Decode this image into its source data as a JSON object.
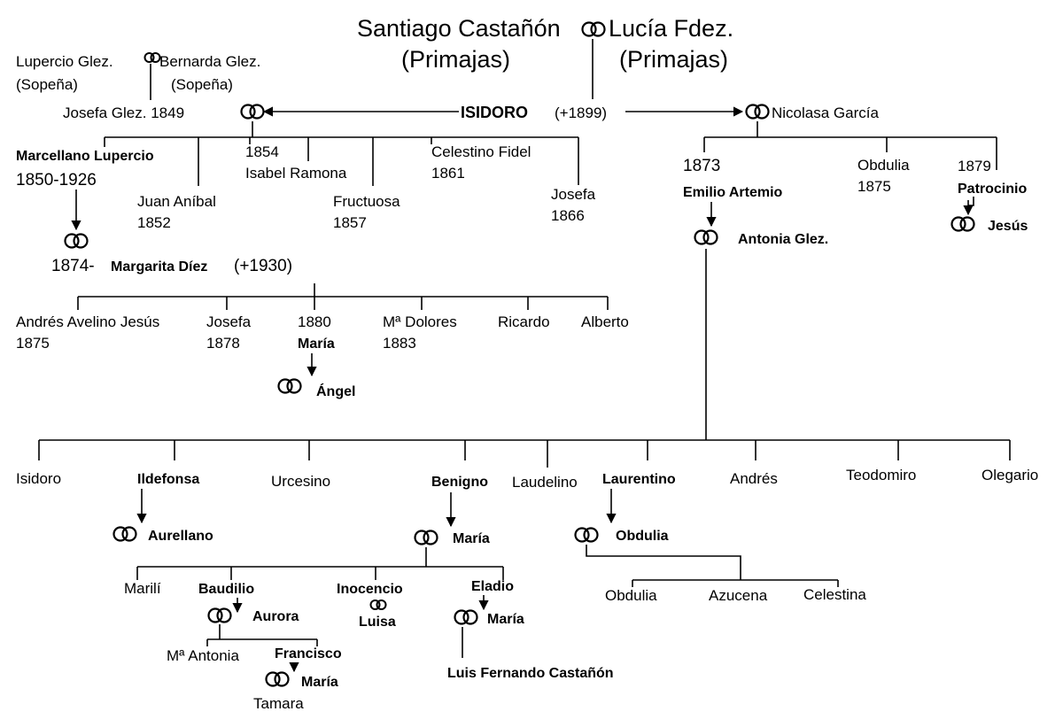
{
  "colors": {
    "background": "#ffffff",
    "ink": "#000000"
  },
  "roots": {
    "santiago": "Santiago Castañón",
    "lucia": "Lucía Fdez.",
    "primajas_left": "(Primajas)",
    "primajas_right": "(Primajas)",
    "lupercio": "Lupercio Glez.",
    "sopena_left": "(Sopeña)",
    "bernarda": "Bernarda Glez.",
    "sopena_right": "(Sopeña)"
  },
  "gen1": {
    "josefa": "Josefa Glez. 1849",
    "isidoro": "ISIDORO",
    "isidoro_death": "(+1899)",
    "nicolasa": "Nicolasa García"
  },
  "gen2_first": {
    "marcellano": "Marcellano Lupercio",
    "marcellano_years": "1850-1926",
    "juan_anibal": "Juan Aníbal",
    "juan_anibal_year": "1852",
    "isabel_year": "1854",
    "isabel": "Isabel Ramona",
    "fructuosa": "Fructuosa",
    "fructuosa_year": "1857",
    "celestino": "Celestino Fidel",
    "celestino_year": "1861",
    "josefa_hija": "Josefa",
    "josefa_hija_year": "1866"
  },
  "gen2_second": {
    "emilio_year": "1873",
    "emilio": "Emilio Artemio",
    "obdulia": "Obdulia",
    "obdulia_year": "1875",
    "patrocinio_year": "1879",
    "patrocinio": "Patrocinio",
    "jesus": "Jesús",
    "antonia": "Antonia Glez."
  },
  "marcellano_family": {
    "marriage_year": "1874-",
    "margarita": "Margarita Díez",
    "margarita_death": "(+1930)",
    "andres_avelino": "Andrés Avelino Jesús",
    "andres_avelino_year": "1875",
    "josefa": "Josefa",
    "josefa_year": "1878",
    "maria_year": "1880",
    "maria": "María",
    "angel": "Ángel",
    "dolores": "Mª Dolores",
    "dolores_year": "1883",
    "ricardo": "Ricardo",
    "alberto": "Alberto"
  },
  "emilio_children": {
    "isidoro": "Isidoro",
    "ildefonsa": "Ildefonsa",
    "aurellano": "Aurellano",
    "urcesino": "Urcesino",
    "benigno": "Benigno",
    "maria": "María",
    "laudelino": "Laudelino",
    "laurentino": "Laurentino",
    "obdulia_spouse": "Obdulia",
    "andres": "Andrés",
    "teodomiro": "Teodomiro",
    "olegario": "Olegario"
  },
  "benigno_family": {
    "marili": "Marilí",
    "baudilio": "Baudilio",
    "aurora": "Aurora",
    "inocencio": "Inocencio",
    "luisa": "Luisa",
    "eladio": "Eladio",
    "maria_eladio": "María",
    "luis_fernando": "Luis Fernando Castañón",
    "m_antonia": "Mª Antonia",
    "francisco": "Francisco",
    "maria_francisco": "María",
    "tamara": "Tamara"
  },
  "laurentino_family": {
    "obdulia": "Obdulia",
    "azucena": "Azucena",
    "celestina": "Celestina"
  }
}
